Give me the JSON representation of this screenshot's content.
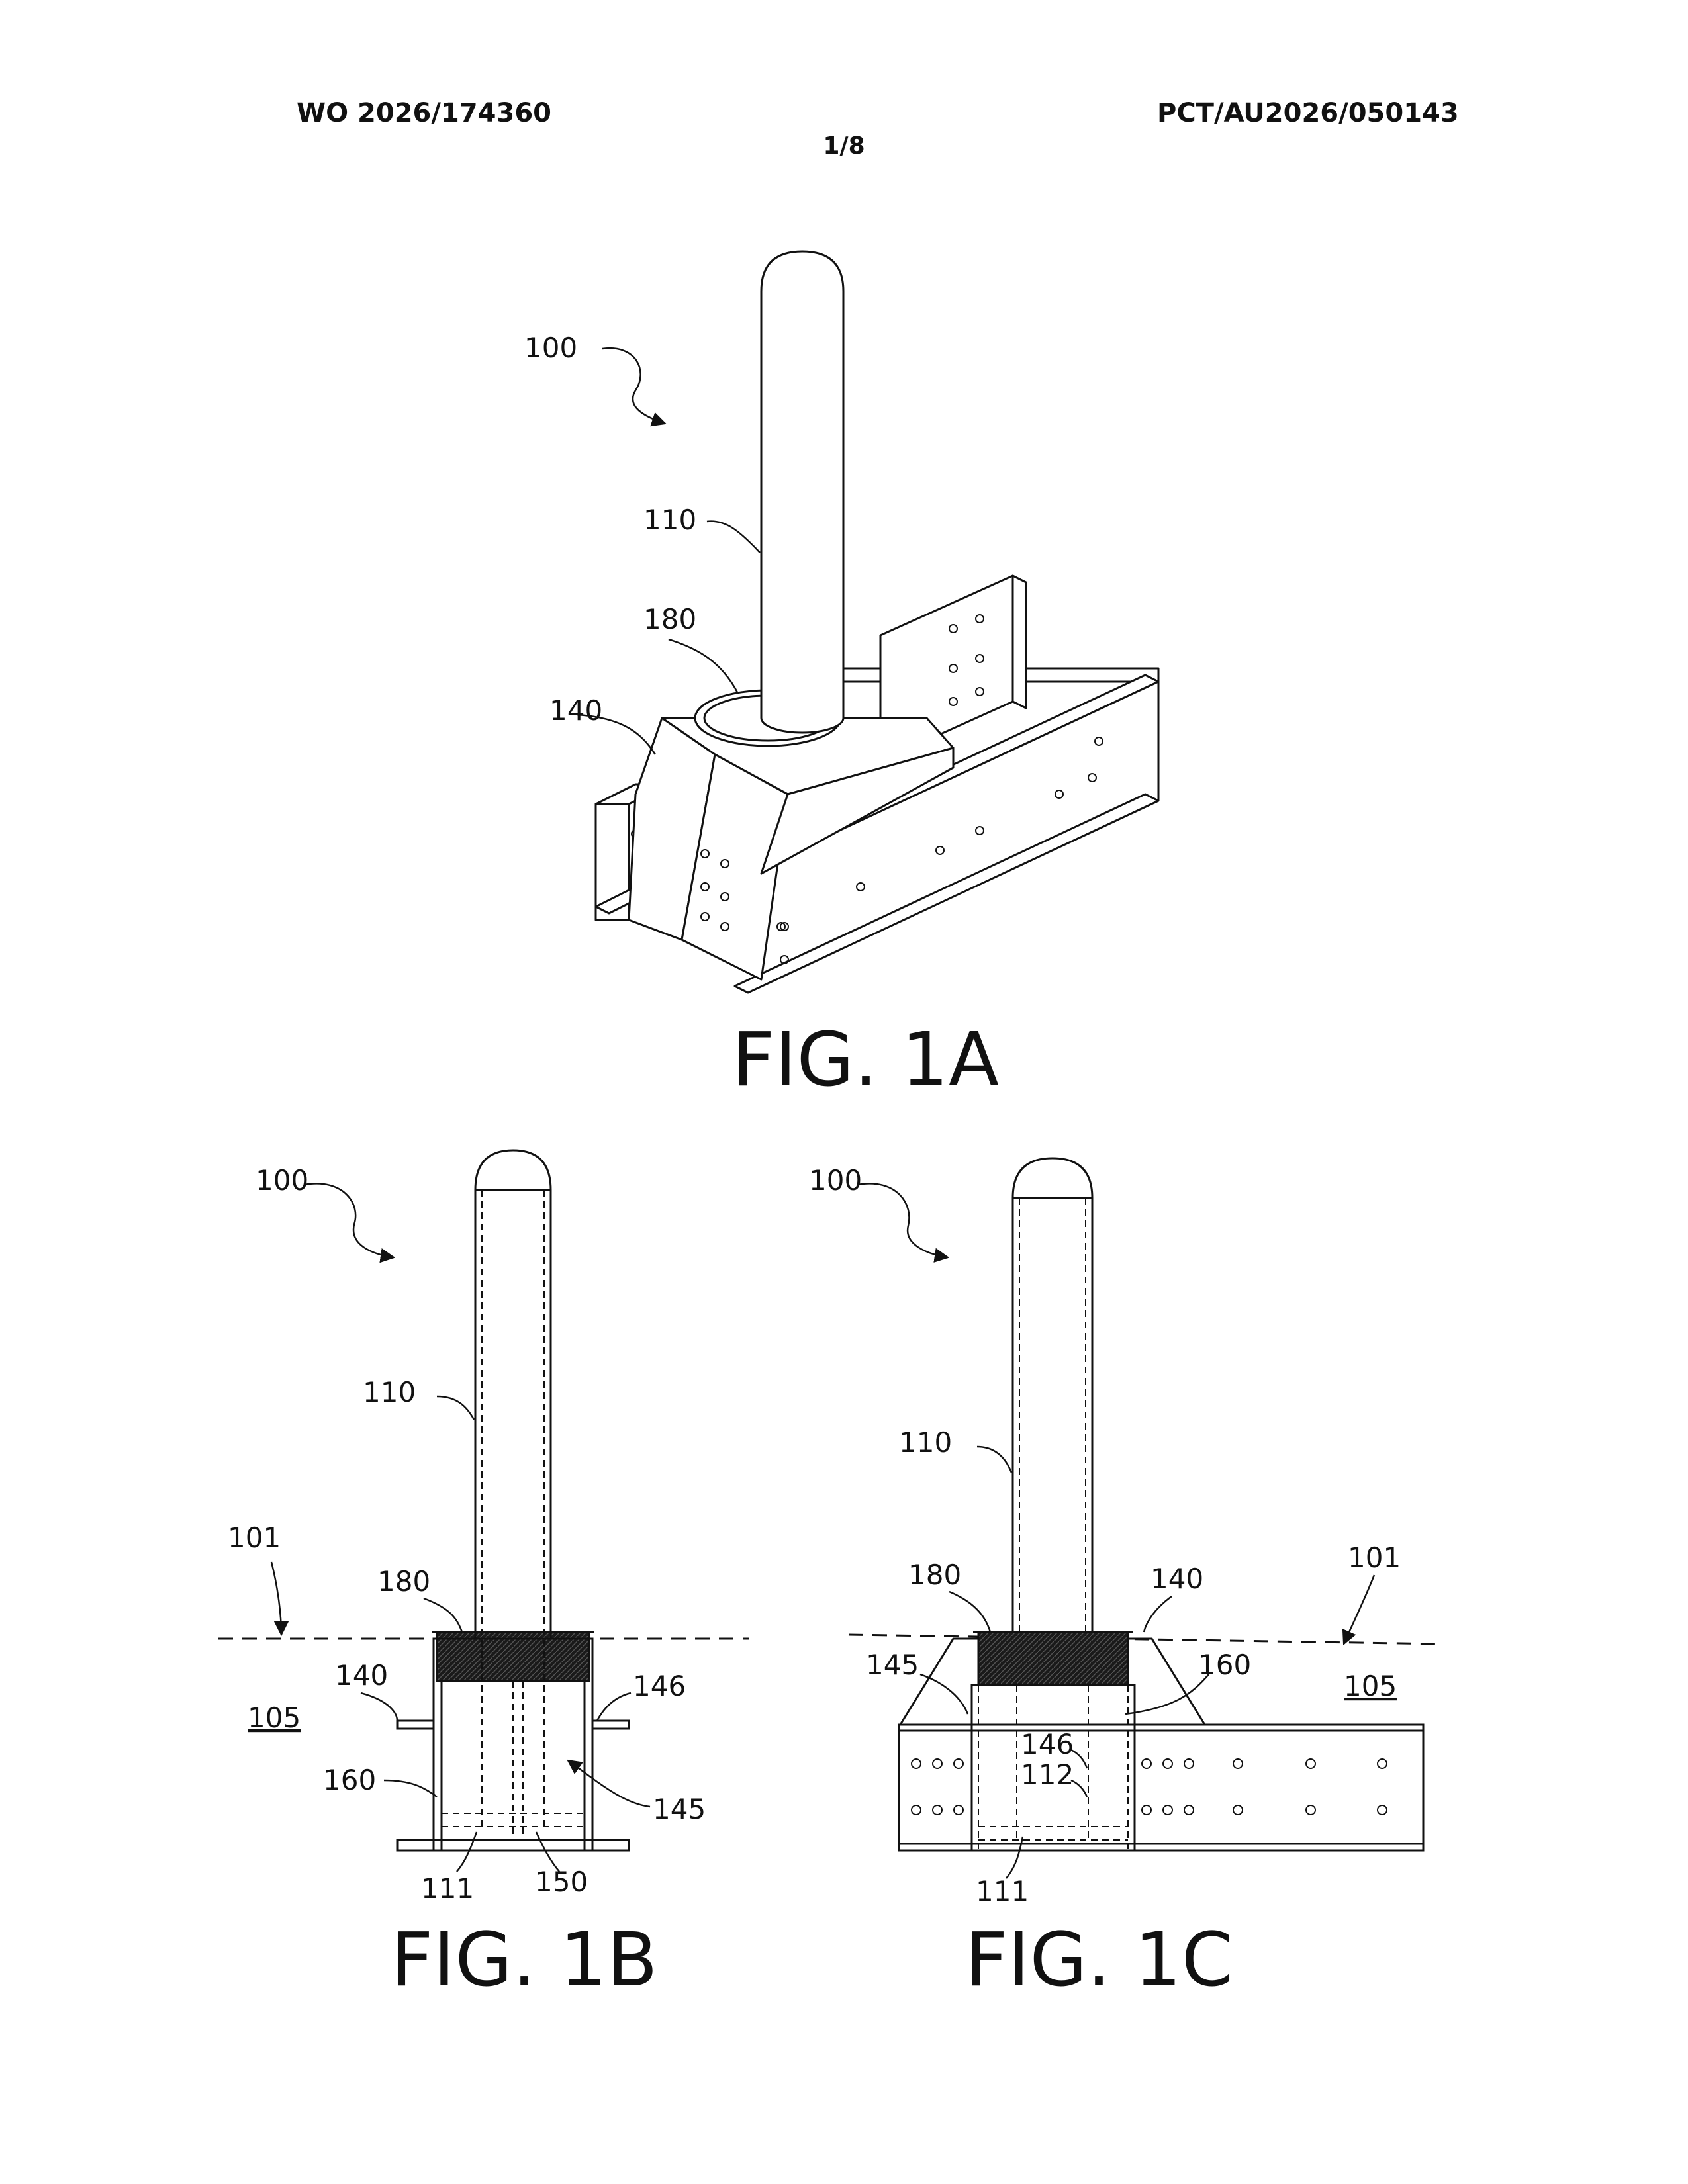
{
  "header": {
    "publication_number": "WO 2026/174360",
    "application_number": "PCT/AU2026/050143",
    "sheet": "1/8"
  },
  "figures": {
    "fig1a": {
      "title": "FIG. 1A",
      "labels": {
        "device": "100",
        "post": "110",
        "collar": "180",
        "base": "140"
      }
    },
    "fig1b": {
      "title": "FIG. 1B",
      "labels": {
        "device": "100",
        "post": "110",
        "ground": "101",
        "collar": "180",
        "base": "140",
        "wall": "146",
        "region": "105",
        "fill": "160",
        "socket": "145",
        "post_end": "111",
        "bottom": "150"
      }
    },
    "fig1c": {
      "title": "FIG. 1C",
      "labels": {
        "device": "100",
        "post": "110",
        "collar": "180",
        "base": "140",
        "ground": "101",
        "socket": "145",
        "fill": "160",
        "region": "105",
        "wall": "146",
        "insert": "112",
        "post_end": "111"
      }
    }
  }
}
